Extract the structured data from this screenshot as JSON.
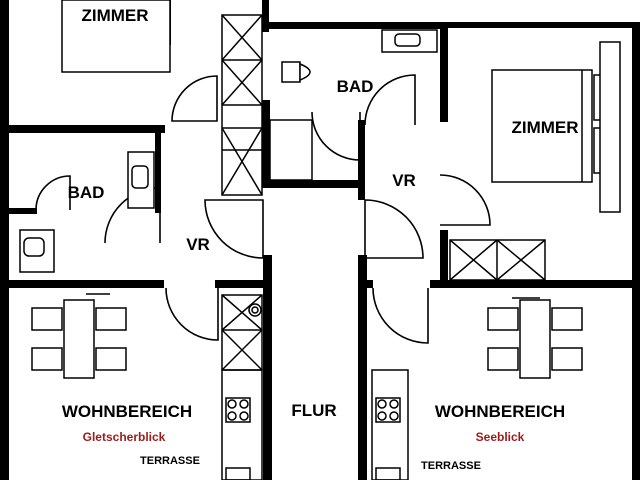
{
  "floorplan": {
    "rooms": {
      "zimmer_top_left": "ZIMMER",
      "zimmer_right": "ZIMMER",
      "bad_top": "BAD",
      "bad_left": "BAD",
      "vr_left": "VR",
      "vr_right": "VR",
      "flur": "FLUR",
      "wohnbereich_left": "WOHNBEREICH",
      "wohnbereich_right": "WOHNBEREICH"
    },
    "views": {
      "left": "Gletscherblick",
      "right": "Seeblick"
    },
    "terraces": {
      "left": "TERRASSE",
      "right": "TERRASSE"
    },
    "colors": {
      "wall": "#000000",
      "view_label": "#9b1c1c",
      "background": "#ffffff"
    }
  }
}
